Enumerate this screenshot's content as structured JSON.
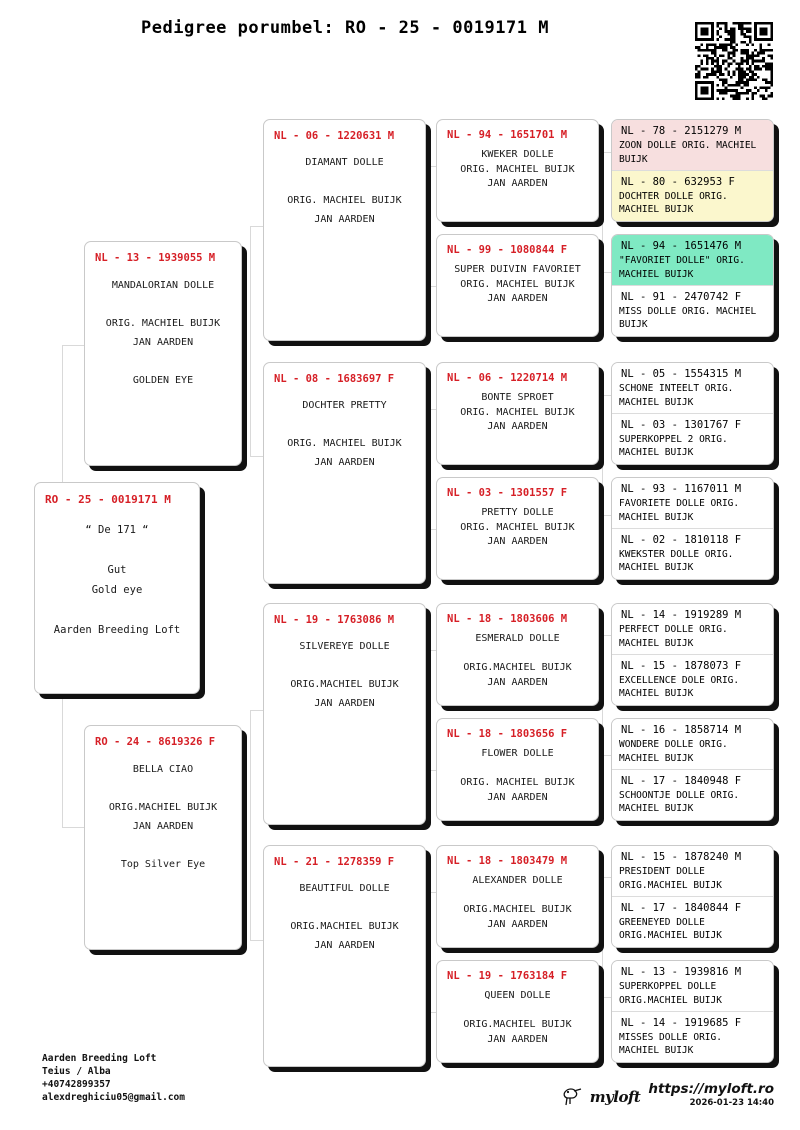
{
  "header": {
    "title": "Pedigree porumbel: RO - 25 - 0019171 M",
    "qr_icon": "qr-code-icon"
  },
  "colors": {
    "ring_red": "#d61f26",
    "card_white": "#ffffff",
    "highlight_pink": "#f7dfdf",
    "highlight_yellow": "#fbf7cd",
    "highlight_green": "#7fe9c3",
    "shadow": "#111111",
    "connector": "#d9d9d9"
  },
  "subject": {
    "ring": "RO - 25 - 0019171 M",
    "details": "“ De 171 “\n\nGut\nGold eye\n\nAarden Breeding Loft"
  },
  "gen2": [
    {
      "ring": "NL - 13 - 1939055 M",
      "details": "MANDALORIAN DOLLE\n\nORIG. MACHIEL BUIJK\nJAN AARDEN\n\nGOLDEN EYE"
    },
    {
      "ring": "RO - 24 - 8619326 F",
      "details": "BELLA CIAO\n\nORIG.MACHIEL BUIJK\nJAN AARDEN\n\nTop Silver Eye"
    }
  ],
  "gen3": [
    {
      "ring": "NL - 06 - 1220631 M",
      "details": "DIAMANT DOLLE\n\nORIG. MACHIEL BUIJK\nJAN AARDEN"
    },
    {
      "ring": "NL - 08 - 1683697 F",
      "details": "DOCHTER PRETTY\n\nORIG. MACHIEL BUIJK\nJAN AARDEN"
    },
    {
      "ring": "NL - 19 - 1763086 M",
      "details": "SILVEREYE DOLLE\n\nORIG.MACHIEL BUIJK\nJAN AARDEN"
    },
    {
      "ring": "NL - 21 - 1278359 F",
      "details": "BEAUTIFUL DOLLE\n\nORIG.MACHIEL BUIJK\nJAN AARDEN"
    }
  ],
  "gen4": [
    {
      "ring": "NL - 94 - 1651701 M",
      "details": "KWEKER DOLLE\nORIG. MACHIEL BUIJK\nJAN AARDEN"
    },
    {
      "ring": "NL - 99 - 1080844 F",
      "details": "SUPER DUIVIN FAVORIET\nORIG. MACHIEL BUIJK\nJAN AARDEN"
    },
    {
      "ring": "NL - 06 - 1220714 M",
      "details": "BONTE SPROET\nORIG. MACHIEL BUIJK\nJAN AARDEN"
    },
    {
      "ring": "NL - 03 - 1301557 F",
      "details": "PRETTY DOLLE\nORIG. MACHIEL BUIJK\nJAN AARDEN"
    },
    {
      "ring": "NL - 18 - 1803606 M",
      "details": "ESMERALD DOLLE\n\nORIG.MACHIEL BUIJK\nJAN AARDEN"
    },
    {
      "ring": "NL - 18 - 1803656 F",
      "details": "FLOWER DOLLE\n\nORIG. MACHIEL BUIJK\nJAN AARDEN"
    },
    {
      "ring": "NL - 18 - 1803479 M",
      "details": "ALEXANDER DOLLE\n\nORIG.MACHIEL BUIJK\nJAN AARDEN"
    },
    {
      "ring": "NL - 19 - 1763184 F",
      "details": "QUEEN DOLLE\n\nORIG.MACHIEL BUIJK\nJAN AARDEN"
    }
  ],
  "gen5": [
    {
      "ring": "NL - 78 - 2151279 M",
      "details": "ZOON DOLLE\nORIG. MACHIEL BUIJK",
      "bg": "#f7dfdf"
    },
    {
      "ring": "NL - 80 - 632953 F",
      "details": "DOCHTER DOLLE\nORIG. MACHIEL BUIJK",
      "bg": "#fbf7cd"
    },
    {
      "ring": "NL - 94 - 1651476 M",
      "details": "\"FAVORIET DOLLE\"\nORIG. MACHIEL BUIJK",
      "bg": "#7fe9c3"
    },
    {
      "ring": "NL - 91 - 2470742 F",
      "details": "MISS DOLLE\nORIG. MACHIEL BUIJK",
      "bg": "#ffffff"
    },
    {
      "ring": "NL - 05 - 1554315 M",
      "details": "SCHONE INTEELT\nORIG. MACHIEL BUIJK",
      "bg": "#ffffff"
    },
    {
      "ring": "NL - 03 - 1301767 F",
      "details": "SUPERKOPPEL 2\nORIG. MACHIEL BUIJK",
      "bg": "#ffffff"
    },
    {
      "ring": "NL - 93 - 1167011 M",
      "details": "FAVORIETE DOLLE\nORIG. MACHIEL BUIJK",
      "bg": "#ffffff"
    },
    {
      "ring": "NL - 02 - 1810118 F",
      "details": "KWEKSTER DOLLE\nORIG. MACHIEL BUIJK",
      "bg": "#ffffff"
    },
    {
      "ring": "NL - 14 - 1919289 M",
      "details": "PERFECT DOLLE\nORIG. MACHIEL BUIJK",
      "bg": "#ffffff"
    },
    {
      "ring": "NL - 15 - 1878073 F",
      "details": "EXCELLENCE DOLE\nORIG. MACHIEL BUIJK",
      "bg": "#ffffff"
    },
    {
      "ring": "NL - 16 - 1858714 M",
      "details": "WONDERE DOLLE\nORIG. MACHIEL BUIJK",
      "bg": "#ffffff"
    },
    {
      "ring": "NL - 17 - 1840948 F",
      "details": "SCHOONTJE DOLLE\nORIG. MACHIEL BUIJK",
      "bg": "#ffffff"
    },
    {
      "ring": "NL - 15 - 1878240 M",
      "details": "PRESIDENT DOLLE\nORIG.MACHIEL BUIJK",
      "bg": "#ffffff"
    },
    {
      "ring": "NL - 17 - 1840844 F",
      "details": "GREENEYED DOLLE\nORIG.MACHIEL BUIJK",
      "bg": "#ffffff"
    },
    {
      "ring": "NL - 13 - 1939816 M",
      "details": "SUPERKOPPEL DOLLE\nORIG.MACHIEL BUIJK",
      "bg": "#ffffff"
    },
    {
      "ring": "NL - 14 - 1919685 F",
      "details": "MISSES DOLLE\nORIG. MACHIEL BUIJK",
      "bg": "#ffffff"
    }
  ],
  "footer": {
    "contact": "Aarden Breeding Loft\nTeius / Alba\n+40742899357\nalexdreghiciu05@gmail.com",
    "brand_name": "myloft",
    "brand_icon": "pigeon-logo-icon",
    "url": "https://myloft.ro",
    "timestamp": "2026-01-23 14:40"
  }
}
